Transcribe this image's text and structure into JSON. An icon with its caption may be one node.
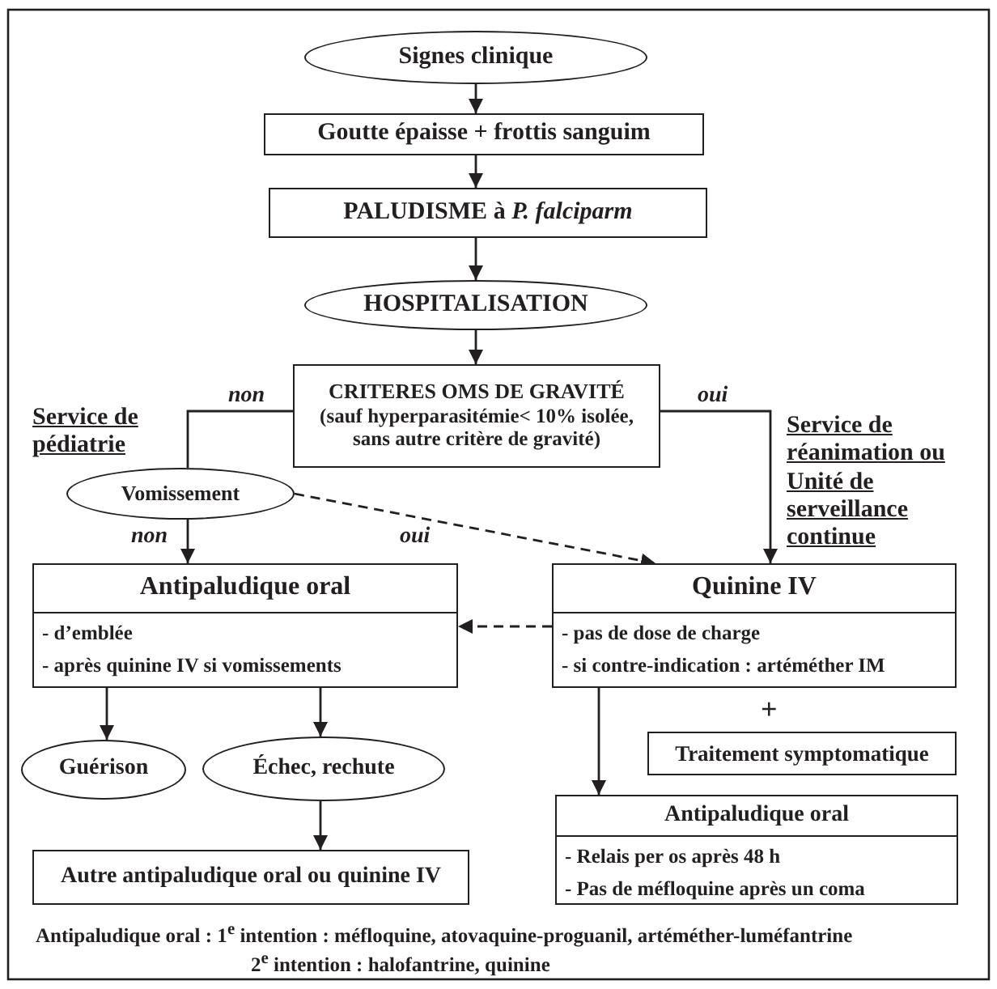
{
  "diagram": {
    "nodes": [
      {
        "text": [
          "Signes clinique"
        ]
      },
      {
        "text": [
          "Goutte épaisse + frottis sanguim"
        ]
      },
      {
        "text": [
          "PALUDISME à *P. falciparm*"
        ]
      },
      {
        "text": [
          "HOSPITALISATION"
        ]
      },
      {
        "text": [
          "CRITERES OMS DE GRAVITÉ",
          "(sauf hyperparasitémie< 10% isolée, sans autre critère de gravité)"
        ]
      },
      {
        "text": [
          "Vomissement"
        ]
      },
      {
        "text": [
          "Antipaludique oral",
          "- d’emblée",
          "- après quinine IV si vomissements"
        ]
      },
      {
        "text": [
          "Quinine IV",
          "- pas de dose de charge",
          "- si contre-indication : artéméther IM"
        ]
      },
      {
        "text": [
          "Guérison"
        ]
      },
      {
        "text": [
          "Échec, rechute"
        ]
      },
      {
        "text": [
          "Traitement symptomatique"
        ]
      },
      {
        "text": [
          "Antipaludique oral",
          "- Relais per os après 48 h",
          "- Pas de méfloquine après un coma"
        ]
      },
      {
        "text": [
          "Autre antipaludique oral ou quinine IV"
        ]
      }
    ],
    "edges": [
      {
        "from": 0,
        "to": 1,
        "arrow": "to"
      },
      {
        "from": 1,
        "to": 2,
        "arrow": "to"
      },
      {
        "from": 2,
        "to": 3,
        "arrow": "to"
      },
      {
        "from": 3,
        "to": 4,
        "arrow": "to"
      },
      {
        "from": 4,
        "to": 5,
        "arrow": "none",
        "label": "non"
      },
      {
        "from": 4,
        "to": 7,
        "arrow": "to",
        "label": "oui"
      },
      {
        "from": 5,
        "to": 6,
        "arrow": "to",
        "label": "non"
      },
      {
        "from": 5,
        "to": 7,
        "arrow": "to",
        "label": "oui",
        "style": "dashed"
      },
      {
        "from": 7,
        "to": 6,
        "arrow": "to",
        "style": "dashed"
      },
      {
        "from": 6,
        "to": 8,
        "arrow": "to"
      },
      {
        "from": 6,
        "to": 9,
        "arrow": "to"
      },
      {
        "from": 9,
        "to": 12,
        "arrow": "to"
      },
      {
        "from": 7,
        "to": 11,
        "arrow": "to"
      }
    ],
    "labels": [
      "Service de pédiatrie",
      "Service de réanimation ou Unité de serveillance continue",
      "+",
      "Antipaludique oral : 1$^{e}$ intention : méfloquine, atovaquine-proguanil, artéméther-luméfantrine",
      "2$^{e}$ intention : halofantrine, quinine"
    ]
  }
}
